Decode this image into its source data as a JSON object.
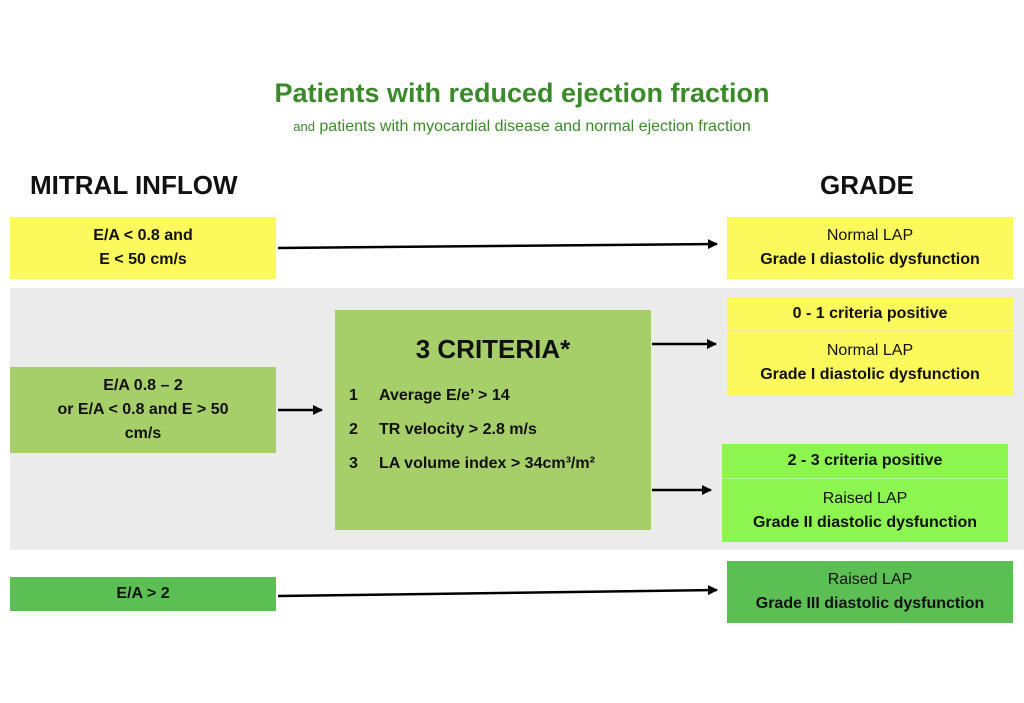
{
  "title": "Patients with reduced ejection fraction",
  "subtitle_prefix": "and",
  "subtitle_rest": "patients with myocardial disease and normal ejection fraction",
  "headers": {
    "left": "MITRAL INFLOW",
    "right": "GRADE"
  },
  "inflow": {
    "row1_line1": "E/A < 0.8 and",
    "row1_line2": "E < 50 cm/s",
    "row2_line1": "E/A 0.8 – 2",
    "row2_line2": "or E/A < 0.8 and E > 50",
    "row2_line3": "cm/s",
    "row3": "E/A > 2"
  },
  "criteria": {
    "title": "3 CRITERIA*",
    "items": [
      {
        "num": "1",
        "text": "Average E/e’ > 14"
      },
      {
        "num": "2",
        "text": "TR velocity > 2.8 m/s"
      },
      {
        "num": "3",
        "text": "LA volume index > 34cm³/m²"
      }
    ]
  },
  "grades": {
    "g1_line1": "Normal LAP",
    "g1_line2": "Grade I diastolic dysfunction",
    "g2_header": "0 - 1 criteria positive",
    "g2_line1": "Normal LAP",
    "g2_line2": "Grade I diastolic dysfunction",
    "g3_header": "2 - 3 criteria positive",
    "g3_line1": "Raised LAP",
    "g3_line2": "Grade II diastolic dysfunction",
    "g4_line1": "Raised LAP",
    "g4_line2": "Grade III diastolic dysfunction"
  },
  "colors": {
    "title_green": "#3a8a2a",
    "yellow": "#fbf95b",
    "light_green": "#a6cf6a",
    "lime": "#8df54f",
    "green": "#5bbf53",
    "band_gray": "#ebebeb"
  }
}
